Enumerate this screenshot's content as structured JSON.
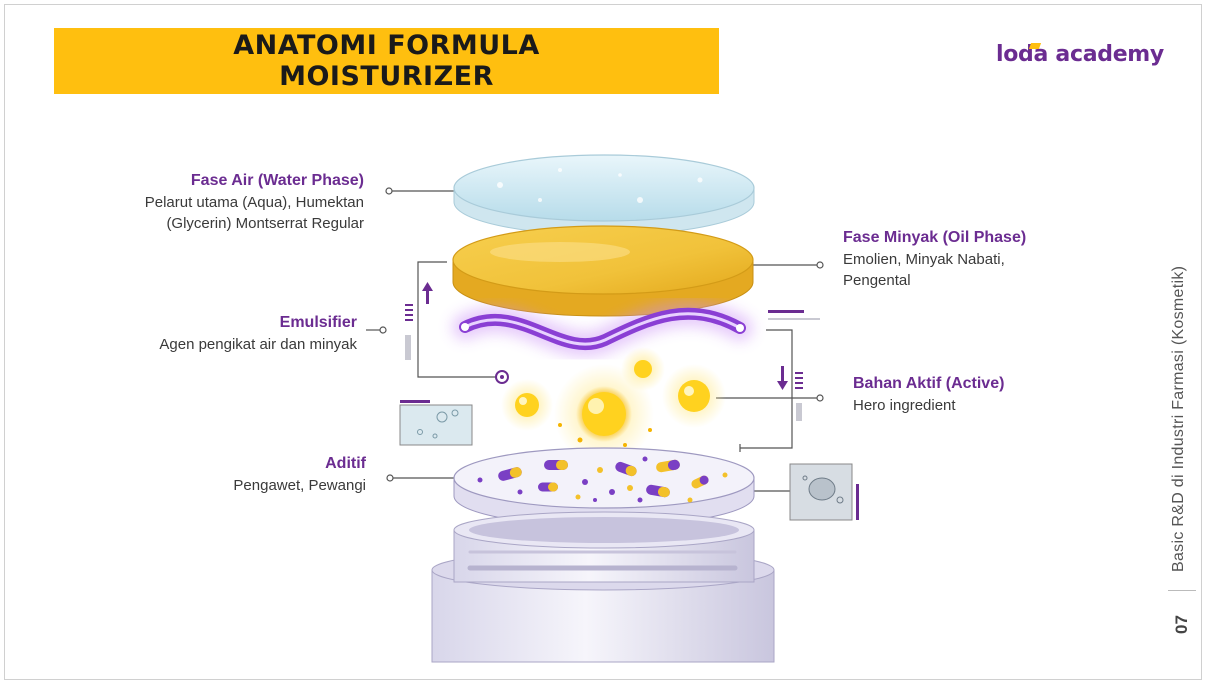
{
  "title": {
    "line1": "ANATOMI FORMULA",
    "line2": "MOISTURIZER"
  },
  "brand": {
    "logo_text": "loda academy",
    "color": "#6B2C91",
    "accent": "#FFBF0F"
  },
  "labels": {
    "water": {
      "heading": "Fase Air (Water Phase)",
      "line1": "Pelarut utama (Aqua), Humektan",
      "line2": "(Glycerin) Montserrat Regular"
    },
    "oil": {
      "heading": "Fase Minyak (Oil Phase)",
      "line1": "Emolien, Minyak Nabati,",
      "line2": "Pengental"
    },
    "emulsifier": {
      "heading": "Emulsifier",
      "line1": "Agen pengikat air dan minyak"
    },
    "active": {
      "heading": "Bahan Aktif (Active)",
      "line1": "Hero ingredient"
    },
    "additive": {
      "heading": "Aditif",
      "line1": "Pengawet, Pewangi"
    }
  },
  "sidebar": {
    "course_title": "Basic R&D di Industri Farmasi (Kosmetik)",
    "page_number": "07"
  }
}
